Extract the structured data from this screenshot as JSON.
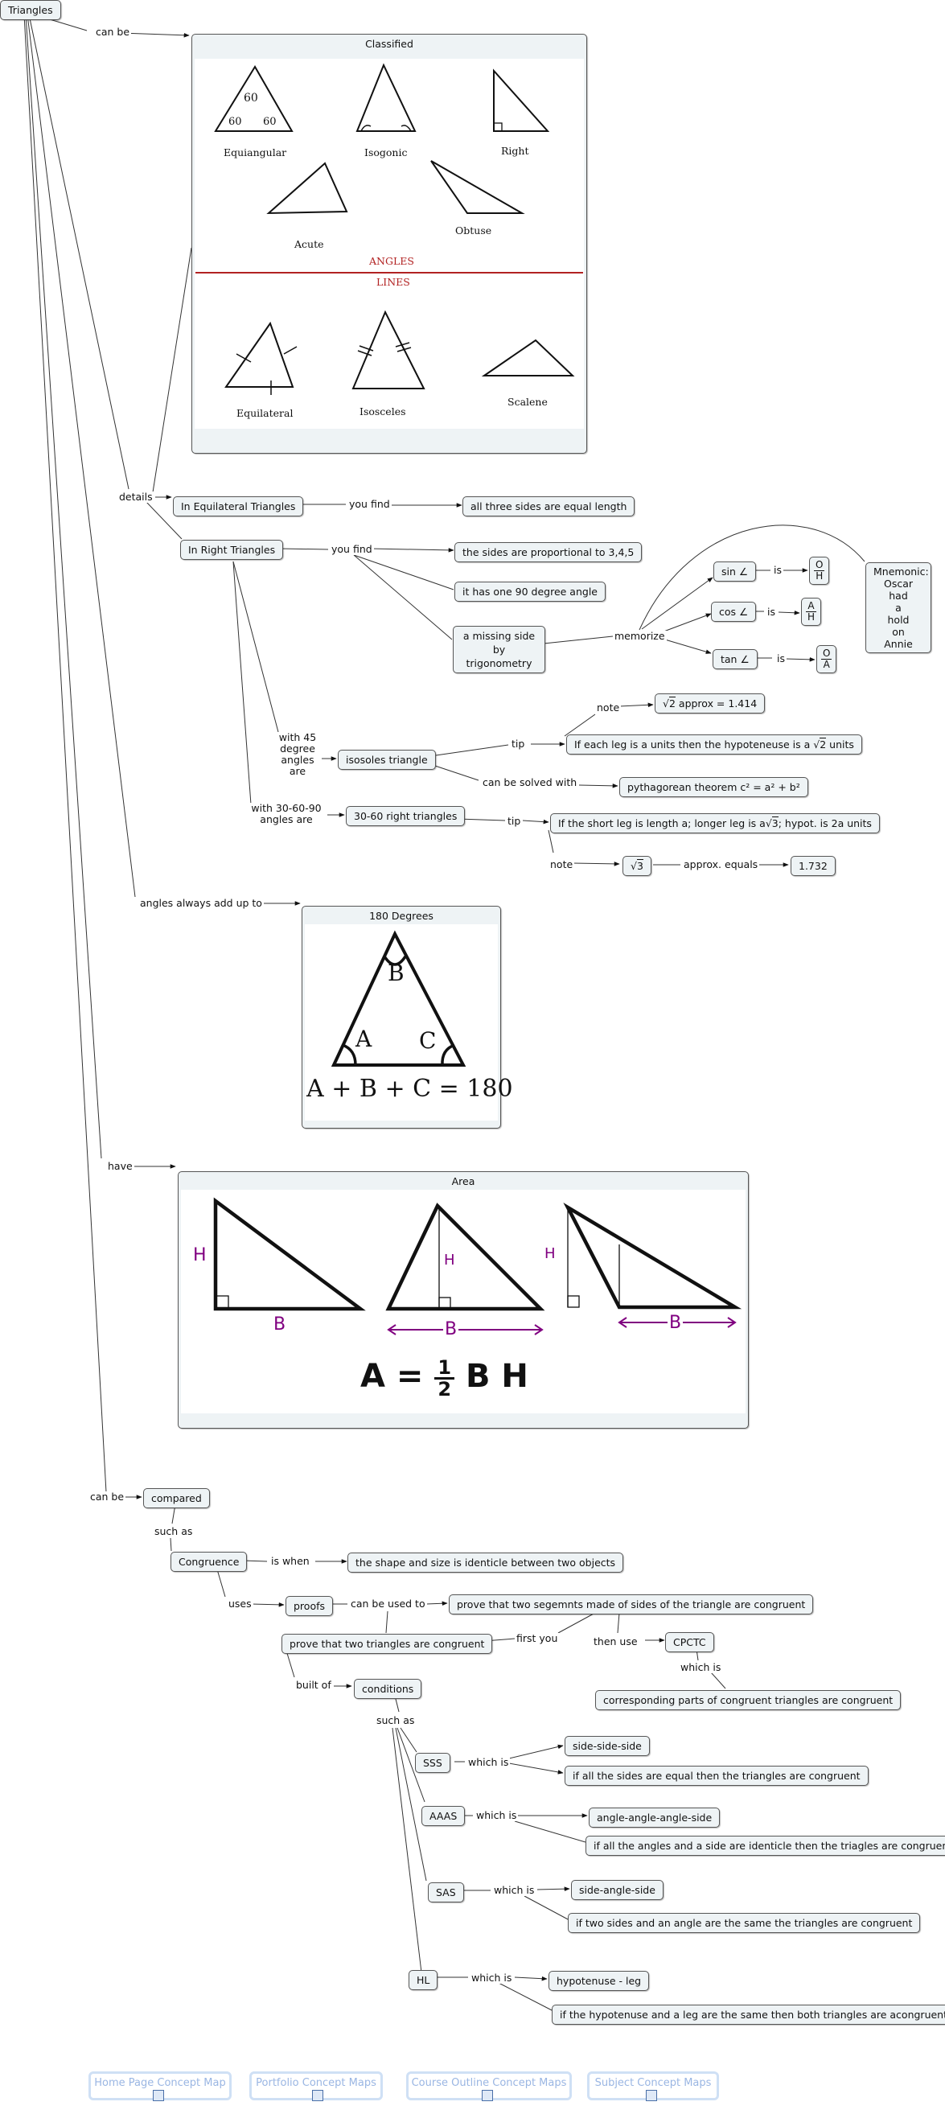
{
  "root": "Triangles",
  "links": {
    "can_be_1": "can be",
    "details": "details",
    "angles_add": "angles always add up to",
    "have": "have",
    "can_be_2": "can be",
    "you_find_1": "you find",
    "you_find_2": "you find",
    "memorize": "memorize",
    "is_1": "is",
    "is_2": "is",
    "is_3": "is",
    "with45": "with 45 degree angles are",
    "with3060": "with 30-60-90 angles are",
    "note_1": "note",
    "tip_1": "tip",
    "can_be_solved": "can be solved with",
    "tip_2": "tip",
    "note_2": "note",
    "approx_equals": "approx. equals",
    "such_as_1": "such as",
    "is_when": "is when",
    "uses": "uses",
    "can_be_used_to": "can be used to",
    "first_you": "first you",
    "then_use": "then use",
    "which_is_cpctc": "which is",
    "built_of": "built of",
    "such_as_2": "such as",
    "which_is_sss": "which is",
    "which_is_aaas": "which is",
    "which_is_sas": "which is",
    "which_is_hl": "which is"
  },
  "classified": {
    "title": "Classified",
    "equiangular": "Equiangular",
    "isogonic": "Isogonic",
    "right": "Right",
    "acute": "Acute",
    "obtuse": "Obtuse",
    "angles": "ANGLES",
    "lines": "LINES",
    "equilateral": "Equilateral",
    "isosceles": "Isosceles",
    "scalene": "Scalene",
    "angle_60": "60"
  },
  "nodes": {
    "in_equilateral": "In Equilateral Triangles",
    "all_three": "all three sides are equal length",
    "in_right": "In Right Triangles",
    "proportional": "the sides are proportional to 3,4,5",
    "one_90": "it has one 90 degree angle",
    "missing_side": "a missing side by trigonometry",
    "sin": "sin ∠",
    "cos": "cos ∠",
    "tan": "tan ∠",
    "sin_num": "O",
    "sin_den": "H",
    "cos_num": "A",
    "cos_den": "H",
    "tan_num": "O",
    "tan_den": "A",
    "mnemonic": [
      "Mnemonic:",
      "Oscar",
      "had",
      "a",
      "hold",
      "on",
      "Annie"
    ],
    "sqrt2_approx": "approx = 1.414",
    "sqrt2_sym": "2",
    "isosoles": "isosoles triangle",
    "tip45": "If each leg is a units then the hypoteneuse is a",
    "tip45_units": "units",
    "pythag": "pythagorean theorem  c² = a² + b²",
    "rt3060": "30-60 right triangles",
    "tip3060_a": "If the short leg is length a; longer leg is a",
    "tip3060_b": "; hypot. is 2a units",
    "sqrt3_sym": "3",
    "approx_value": "1.732"
  },
  "degrees": {
    "title": "180 Degrees",
    "a": "A",
    "b": "B",
    "c": "C",
    "formula": "A + B + C = 180"
  },
  "area": {
    "title": "Area",
    "h": "H",
    "b": "B",
    "formula_a": "A =",
    "formula_num": "1",
    "formula_den": "2",
    "formula_bh": "B H"
  },
  "compare": {
    "compared": "compared",
    "congruence": "Congruence",
    "identicle": "the shape and size is identicle between two objects",
    "proofs": "proofs",
    "prove_segments": "prove that two segemnts made of sides of the triangle are congruent",
    "prove_triangles": "prove that two triangles are congruent",
    "cpctc": "CPCTC",
    "cpctc_def": "corresponding parts of congruent triangles are congruent",
    "conditions": "conditions",
    "sss": "SSS",
    "sss_name": "side-side-side",
    "sss_def": "if all the sides are equal then the triangles are congruent",
    "aaas": "AAAS",
    "aaas_name": "angle-angle-angle-side",
    "aaas_def": "if all the angles and a side are identicle then the triagles are congruent",
    "sas": "SAS",
    "sas_name": "side-angle-side",
    "sas_def": "if two sides and an angle are the same the  triangles are congruent",
    "hl": "HL",
    "hl_name": "hypotenuse - leg",
    "hl_def": "if the hypotenuse and a leg are the same then both triangles are acongruent"
  },
  "footer": {
    "home": "Home Page Concept Map",
    "portfolio": "Portfolio Concept Maps",
    "course": "Course Outline Concept Maps",
    "subject": "Subject Concept Maps"
  },
  "colors": {
    "node_fill": "#eef3f5",
    "angles_red": "#b22222",
    "area_purple": "#800080",
    "footer_blue": "#9ab6e3"
  }
}
